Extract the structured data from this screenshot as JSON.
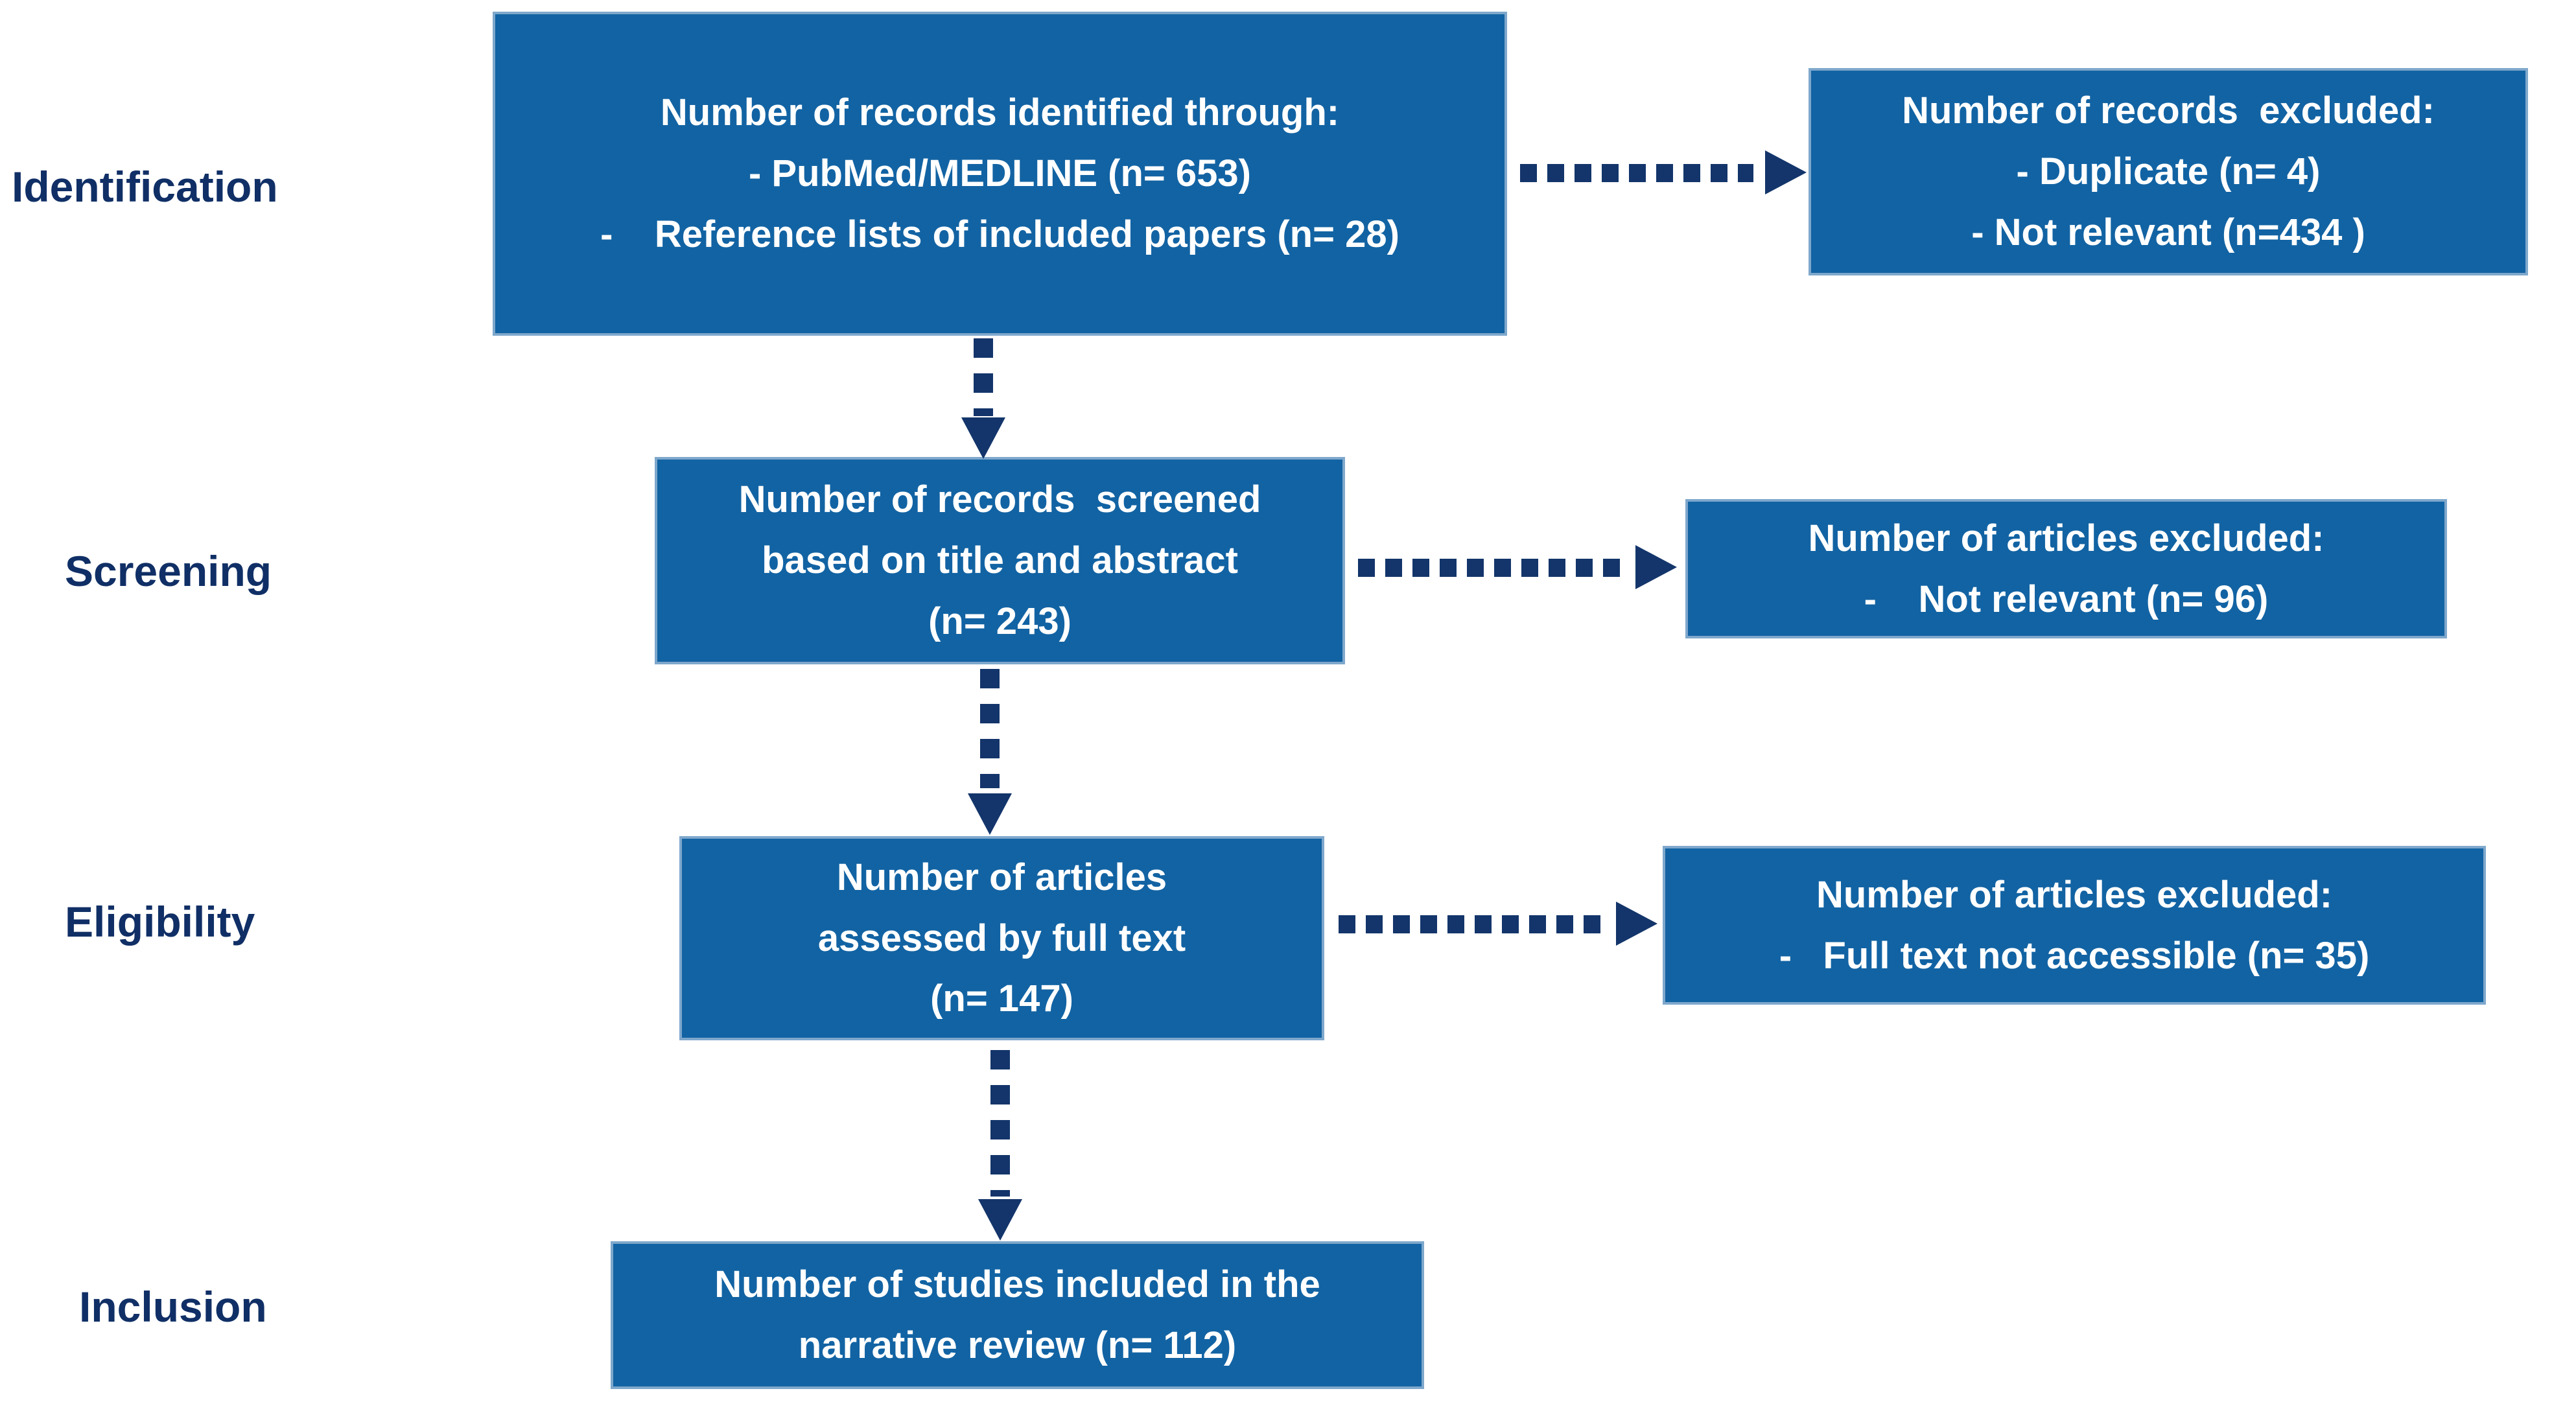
{
  "figure": {
    "type": "prisma-flow-diagram",
    "colors": {
      "box_fill": "#1263a3",
      "box_border": "#7fa8cc",
      "box_text": "#ffffff",
      "stage_label_color": "#102f66",
      "arrow_color": "#13356b",
      "background": "#ffffff"
    },
    "stages": [
      {
        "label": "Identification"
      },
      {
        "label": "Screening"
      },
      {
        "label": "Eligibility"
      },
      {
        "label": "Inclusion"
      }
    ],
    "boxes": {
      "identified": {
        "lines": [
          "Number of records identified through:",
          "- PubMed/MEDLINE (n= 653)",
          "-    Reference lists of included papers (n= 28)"
        ]
      },
      "records_excluded": {
        "lines": [
          "Number of records  excluded:",
          "- Duplicate (n= 4)",
          "- Not relevant (n=434 )"
        ]
      },
      "screened": {
        "lines": [
          "Number of records  screened",
          "based on title and abstract",
          "(n= 243)"
        ]
      },
      "articles_excluded_screening": {
        "lines": [
          "Number of articles excluded:",
          "-    Not relevant (n= 96)"
        ]
      },
      "full_text_assessed": {
        "lines": [
          "Number of articles",
          "assessed by full text",
          "(n= 147)"
        ]
      },
      "articles_excluded_eligibility": {
        "lines": [
          "Number of articles excluded:",
          "-   Full text not accessible (n= 35)"
        ]
      },
      "included": {
        "lines": [
          "Number of studies included in the",
          "narrative review (n= 112)"
        ]
      }
    }
  }
}
